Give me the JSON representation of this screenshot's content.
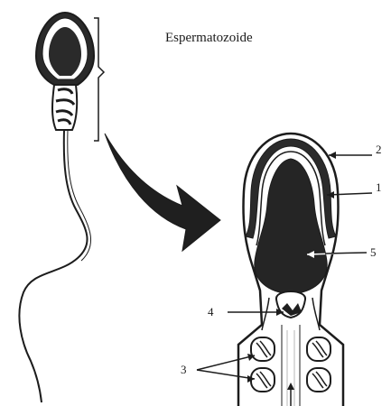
{
  "title": "Espermatozoide",
  "labels": {
    "l1": "1",
    "l2": "2",
    "l3": "3",
    "l4": "4",
    "l5": "5"
  },
  "colors": {
    "ink": "#1c1c1c",
    "paper": "#ffffff"
  }
}
